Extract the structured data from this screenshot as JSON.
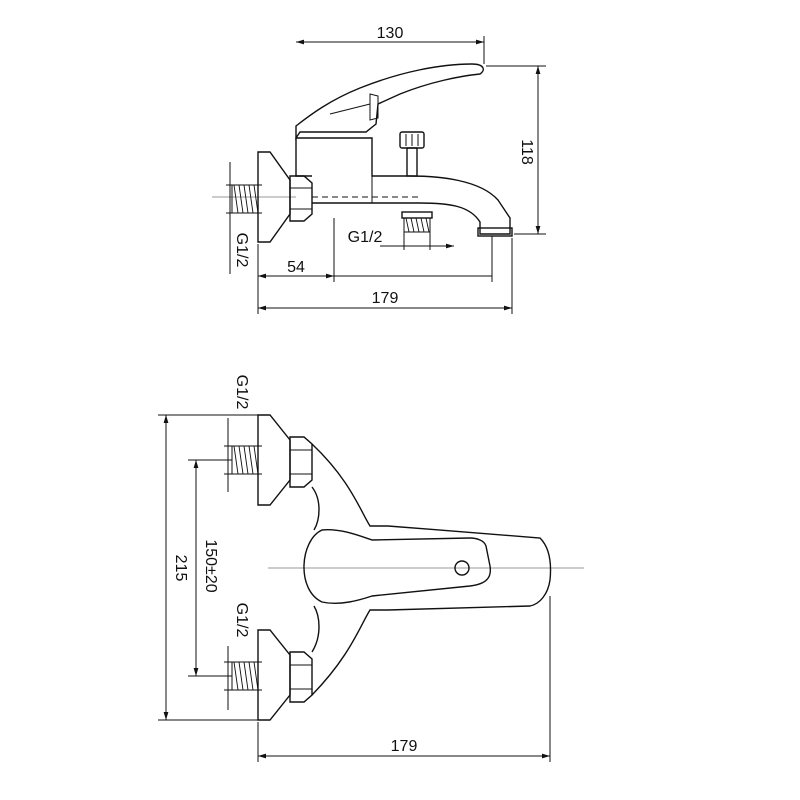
{
  "side_view": {
    "dim_width_top": "130",
    "dim_height": "118",
    "dim_thread_bottom": "G1/2",
    "dim_thread_left": "G1/2",
    "dim_offset": "54",
    "dim_total_width": "179"
  },
  "front_view": {
    "dim_thread_top": "G1/2",
    "dim_thread_bottom": "G1/2",
    "dim_center_distance": "150±20",
    "dim_total_height": "215",
    "dim_total_width": "179"
  }
}
